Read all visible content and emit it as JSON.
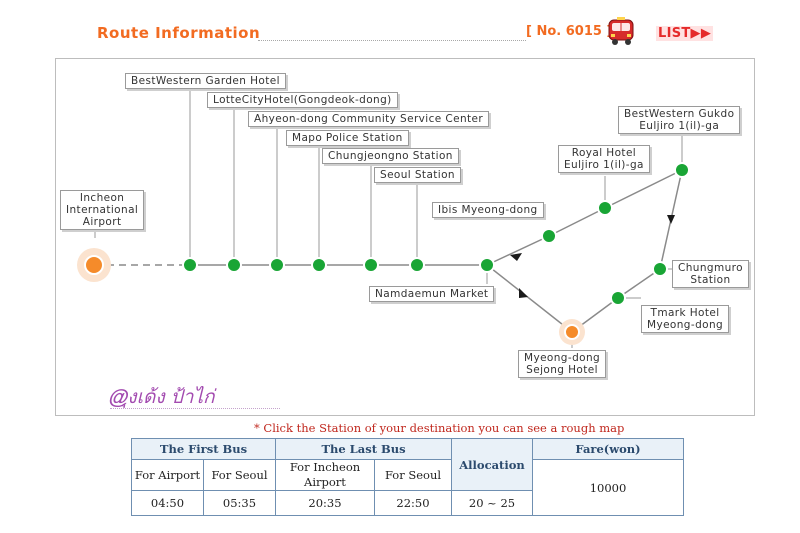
{
  "header": {
    "title": "Route Information",
    "route_no": "[ No. 6015 ]",
    "list_label": "LIST▶▶"
  },
  "colors": {
    "accent": "#f26b21",
    "station": "#19a535",
    "line": "#888888",
    "note": "#c0271d",
    "table_border": "#6f8fb1",
    "table_header_bg": "#e9f1f8"
  },
  "map": {
    "start": "Incheon International Airport",
    "stations": [
      "BestWestern Garden Hotel",
      "LotteCityHotel(Gongdeok-dong)",
      "Ahyeon-dong Community Service Center",
      "Mapo Police Station",
      "Chungjeongno Station",
      "Seoul Station",
      "Namdaemun Market",
      "Ibis Myeong-dong",
      "Royal Hotel Euljiro 1(il)-ga",
      "BestWestern Gukdo Euljiro 1(il)-ga",
      "Chungmuro Station",
      "Tmark Hotel Myeong-dong",
      "Myeong-dong Sejong Hotel"
    ],
    "labels": {
      "airport_lines": [
        "Incheon",
        "International",
        "Airport"
      ],
      "royal_lines": [
        "Royal Hotel",
        "Euljiro 1(il)-ga"
      ],
      "gukdo_lines": [
        "BestWestern Gukdo",
        "Euljiro 1(il)-ga"
      ],
      "chungmuro_lines": [
        "Chungmuro",
        "Station"
      ],
      "tmark_lines": [
        "Tmark Hotel",
        "Myeong-dong"
      ],
      "sejong_lines": [
        "Myeong-dong",
        "Sejong Hotel"
      ]
    }
  },
  "watermark": "@ุงเด้ง ป้าไก่",
  "note": "* Click the Station of your destination you can see a rough map",
  "table": {
    "first_bus": "The First Bus",
    "last_bus": "The Last Bus",
    "allocation": "Allocation",
    "fare": "Fare(won)",
    "for_airport": "For Airport",
    "for_seoul": "For Seoul",
    "for_incheon_airport_lines": [
      "For Incheon",
      "Airport"
    ],
    "first_airport_time": "04:50",
    "first_seoul_time": "05:35",
    "last_airport_time": "20:35",
    "last_seoul_time": "22:50",
    "allocation_value": "20 ~ 25",
    "fare_value": "10000"
  }
}
